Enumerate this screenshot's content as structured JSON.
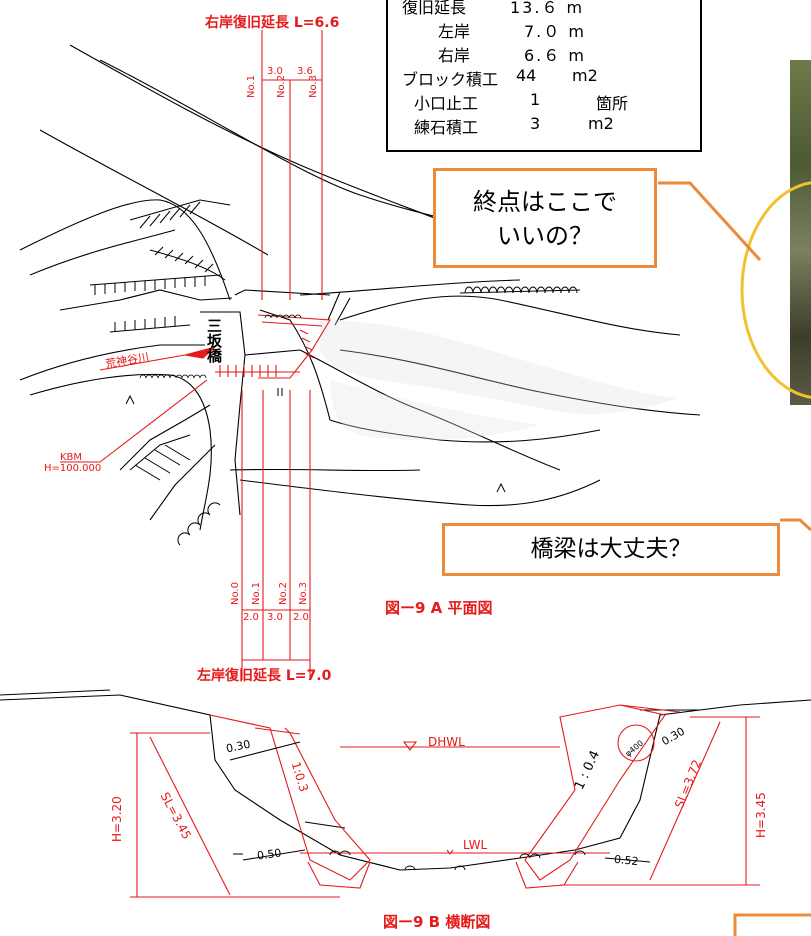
{
  "summary_table": {
    "rows": [
      {
        "label": "復旧延長",
        "value": "13.６ m"
      },
      {
        "label": "左岸",
        "value": "7.０ m"
      },
      {
        "label": "右岸",
        "value": "6.６ m"
      },
      {
        "label": "ブロック積工",
        "value": "44",
        "unit": "m2"
      },
      {
        "label": "小口止工",
        "value": "1",
        "unit": "箇所"
      },
      {
        "label": "練石積工",
        "value": "3",
        "unit": "m2"
      }
    ]
  },
  "callouts": {
    "endpoint_question_line1": "終点はここで",
    "endpoint_question_line2": "いいの？",
    "bridge_question": "橋梁は大丈夫？"
  },
  "plan_view": {
    "right_bank_length": "右岸復旧延長 L=6.6",
    "left_bank_length": "左岸復旧延長 L=7.0",
    "top_dims": [
      "3.0",
      "3.6"
    ],
    "bottom_dims": [
      "2.0",
      "3.0",
      "2.0"
    ],
    "top_stations": [
      "No.1",
      "No.2",
      "No.3"
    ],
    "bottom_stations": [
      "No.0",
      "No.1",
      "No.2",
      "No.3"
    ],
    "bridge_name": "三坂橋",
    "river_name": "荒神谷川",
    "kbm_line1": "KBM",
    "kbm_line2": "H=100.000",
    "caption": "図ー9 A  平面図"
  },
  "cross_section": {
    "dhwl": "DHWL",
    "lwl": "LWL",
    "left_height": "H=3.20",
    "left_slope_length": "SL=3.45",
    "left_slope_ratio": "1:0.3",
    "left_top_thickness": "0.30",
    "left_bottom_thickness": "0.50",
    "right_height": "H=3.45",
    "right_slope_length": "SL=3.72",
    "right_slope_ratio": "1 : 0.4",
    "right_top_thickness": "0.30",
    "right_bottom_thickness": "0.52",
    "pipe_label": "φ400",
    "caption": "図ー9 B  横断図"
  },
  "colors": {
    "drawing_red": "#e51a1a",
    "callout_border": "#ec8a3c",
    "highlight_ellipse": "#f2c12e"
  }
}
